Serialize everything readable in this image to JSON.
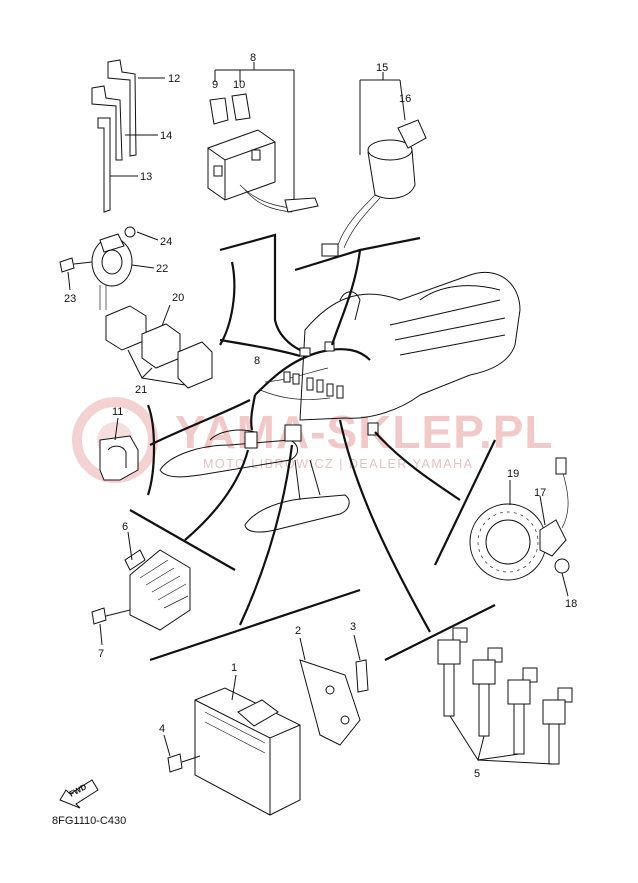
{
  "callouts": {
    "c1": "1",
    "c2": "2",
    "c3": "3",
    "c4": "4",
    "c5": "5",
    "c6": "6",
    "c7": "7",
    "c8": "8",
    "c8b": "8",
    "c9": "9",
    "c10": "10",
    "c11": "11",
    "c12": "12",
    "c13": "13",
    "c14": "14",
    "c15": "15",
    "c16": "16",
    "c17": "17",
    "c18": "18",
    "c19": "19",
    "c20": "20",
    "c21": "21",
    "c22": "22",
    "c23": "23",
    "c24": "24"
  },
  "watermark": {
    "main": "YAMA-SKLEP.PL",
    "sub": "MOTO LIBROWICZ | DEALER YAMAHA"
  },
  "fwd_label": "FWD",
  "diagram_code": "8FG1110-C430",
  "colors": {
    "ink": "#111111",
    "watermark": "#f2c9c9",
    "background": "#ffffff"
  }
}
